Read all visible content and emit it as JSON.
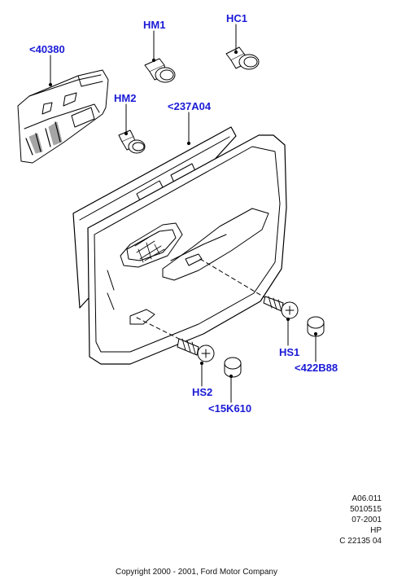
{
  "callouts": {
    "part_40380": "<40380",
    "hm1": "HM1",
    "hc1": "HC1",
    "hm2": "HM2",
    "part_237a04": "<237A04",
    "hs1": "HS1",
    "part_422b88": "<422B88",
    "hs2": "HS2",
    "part_15k610": "<15K610"
  },
  "info_block": [
    "A06.011",
    "5010515",
    "07-2001",
    "HP",
    "C 22135 04"
  ],
  "copyright": "Copyright 2000 - 2001, Ford Motor Company",
  "colors": {
    "callout": "#1a1ad6",
    "line": "#000000"
  }
}
